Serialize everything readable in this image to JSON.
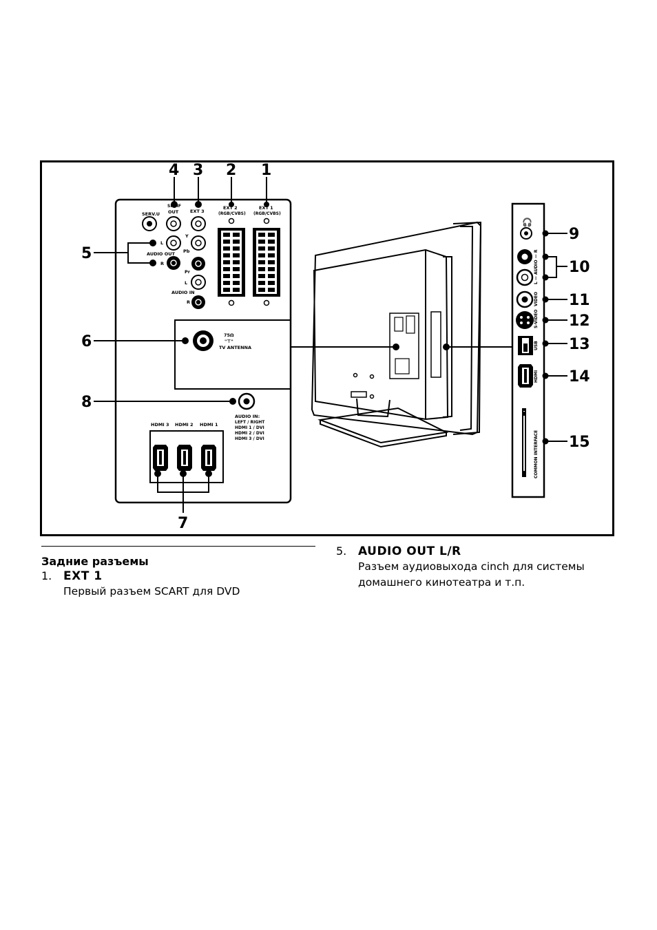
{
  "figure": {
    "callouts": [
      "1",
      "2",
      "3",
      "4",
      "5",
      "6",
      "7",
      "8",
      "9",
      "10",
      "11",
      "12",
      "13",
      "14",
      "15"
    ],
    "rear_panel": {
      "serv_u": "SERV.U",
      "spdif": "SPDIF",
      "spdif_out": "OUT",
      "ext3": "EXT 3",
      "ext2": "EXT 2",
      "ext2_sub": "(RGB/CVBS)",
      "ext1": "EXT 1",
      "ext1_sub": "(RGB/CVBS)",
      "y": "Y",
      "pb": "Pb",
      "pr": "Pr",
      "l": "L",
      "r": "R",
      "audio_out": "AUDIO OUT",
      "audio_in": "AUDIO IN",
      "ohm": "75Ω",
      "ohm_sym": "\"⊤\"",
      "tv_antenna": "TV ANTENNA",
      "audio_in2": "AUDIO IN:",
      "left_right": "LEFT / RIGHT",
      "hdmi1_dvi": "HDMI 1 / DVI",
      "hdmi2_dvi": "HDMI 2 / DVI",
      "hdmi3_dvi": "HDMI 3 / DVI",
      "hdmi3": "HDMI 3",
      "hdmi2": "HDMI 2",
      "hdmi1": "HDMI 1"
    },
    "side_panel": {
      "audio": "L — AUDIO — R",
      "video": "VIDEO",
      "svideo": "S-VIDEO",
      "usb": "USB",
      "hdmi": "HDMI",
      "ci": "COMMON INTERFACE"
    }
  },
  "left_column": {
    "section_title": "Задние разъемы",
    "item1_num": "1.",
    "item1_title": "EXT 1",
    "item1_desc": "Первый разъем SCART для DVD"
  },
  "right_column": {
    "item5_num": "5.",
    "item5_title": "AUDIO OUT L/R",
    "item5_desc_1": "Разъем аудиовыхода cinch для системы",
    "item5_desc_2": "домашнего кинотеатра и т.п."
  }
}
